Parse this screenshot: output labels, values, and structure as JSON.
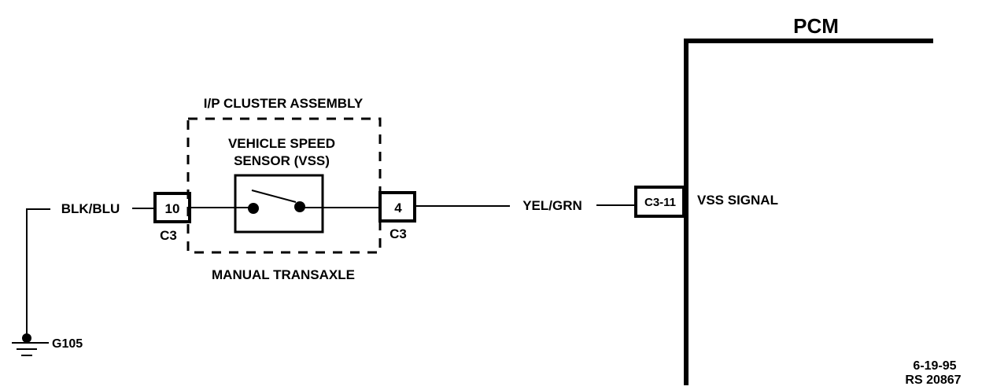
{
  "pcm": {
    "title": "PCM",
    "pin_label": "C3-11",
    "signal_label": "VSS SIGNAL"
  },
  "cluster": {
    "title": "I/P CLUSTER ASSEMBLY",
    "sensor_line1": "VEHICLE SPEED",
    "sensor_line2": "SENSOR (VSS)",
    "subtitle": "MANUAL TRANSAXLE",
    "left_pin": "10",
    "left_connector": "C3",
    "right_pin": "4",
    "right_connector": "C3"
  },
  "wires": {
    "left_color": "BLK/BLU",
    "right_color": "YEL/GRN"
  },
  "ground": {
    "label": "G105"
  },
  "footer": {
    "date": "6-19-95",
    "ref": "RS 20867"
  }
}
